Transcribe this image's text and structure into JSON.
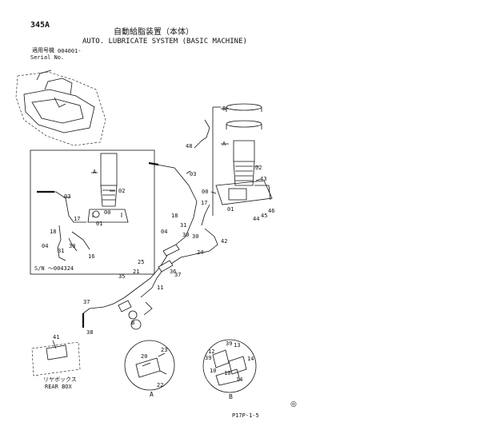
{
  "header": {
    "page_code": "345A",
    "title_jp": "自動給脂装置（本体）",
    "title_en": "AUTO. LUBRICATE SYSTEM (BASIC MACHINE)",
    "serial_label_jp": "適用号機",
    "serial_value": "004001-",
    "serial_label_en": "Serial No."
  },
  "inset": {
    "serial_note": "S/N   ～004324"
  },
  "rear_box": {
    "label_jp": "リヤボックス",
    "label_en": "REAR BOX"
  },
  "views": {
    "view_a": "A",
    "view_b": "B"
  },
  "footer": {
    "page_ref": "P17P-1-5",
    "symbol": "◎"
  },
  "callouts": {
    "main": [
      "B",
      "48",
      "A",
      "02",
      "43",
      "00",
      "01",
      "46",
      "45",
      "44",
      "03",
      "17",
      "18",
      "04",
      "31",
      "30",
      "42",
      "30",
      "24",
      "25",
      "36",
      "21",
      "37",
      "35",
      "11",
      "37",
      "B",
      "38",
      "41"
    ],
    "inset": [
      "A",
      "02",
      "03",
      "17",
      "00",
      "01",
      "18",
      "04",
      "31",
      "30",
      "16"
    ],
    "view_a": [
      "20",
      "23",
      "22"
    ],
    "view_b": [
      "12",
      "39",
      "39",
      "10",
      "13",
      "10",
      "14",
      "14"
    ]
  }
}
